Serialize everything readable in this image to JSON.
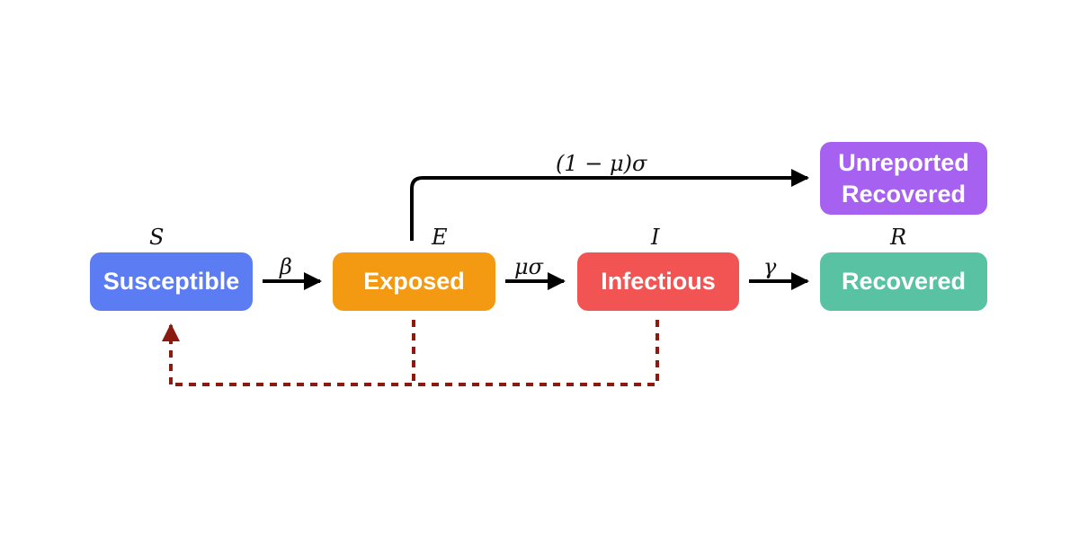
{
  "compartments": {
    "susceptible": {
      "label": "Susceptible",
      "symbol": "S",
      "color": "#5B7CF2"
    },
    "exposed": {
      "label": "Exposed",
      "symbol": "E",
      "color": "#F39A12"
    },
    "infectious": {
      "label": "Infectious",
      "symbol": "I",
      "color": "#F25454"
    },
    "recovered": {
      "label": "Recovered",
      "symbol": "R",
      "color": "#59C2A3"
    },
    "unreported_recovered": {
      "label_line1": "Unreported",
      "label_line2": "Recovered",
      "color": "#A761F0"
    }
  },
  "rates": {
    "s_to_e": "β",
    "e_to_i": "μσ",
    "i_to_r": "γ",
    "e_to_unreported": "(1 − μ)σ"
  },
  "colors": {
    "arrow": "#000000",
    "feedback_arrow": "#8B1A10"
  }
}
